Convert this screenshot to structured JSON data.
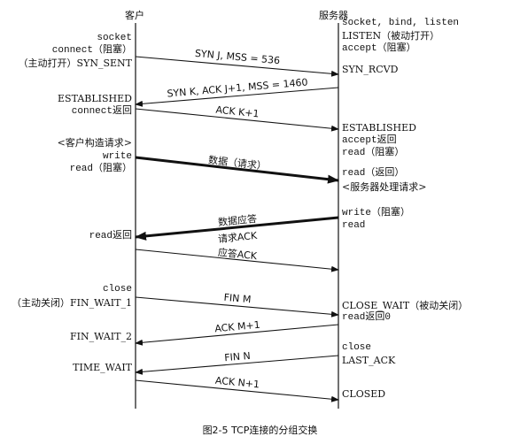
{
  "headers": {
    "client": "客户",
    "server": "服务器"
  },
  "client_labels": [
    {
      "text": "socket",
      "mono": true
    },
    {
      "text": "connect（阻塞）",
      "mono": true
    },
    {
      "text": "（主动打开）SYN_SENT",
      "mono": false
    },
    {
      "text": "ESTABLISHED",
      "mono": false
    },
    {
      "text": "connect返回",
      "mono": true
    },
    {
      "text": "<客户构造请求>",
      "mono": false
    },
    {
      "text": "write",
      "mono": true
    },
    {
      "text": "read（阻塞）",
      "mono": true
    },
    {
      "text": "read返回",
      "mono": true
    },
    {
      "text": "close",
      "mono": true
    },
    {
      "text": "（主动关闭）FIN_WAIT_1",
      "mono": false
    },
    {
      "text": "FIN_WAIT_2",
      "mono": false
    },
    {
      "text": "TIME_WAIT",
      "mono": false
    }
  ],
  "server_labels": [
    {
      "text": "socket, bind, listen",
      "mono": true
    },
    {
      "text": "LISTEN（被动打开）",
      "mono": false
    },
    {
      "text": "accept（阻塞）",
      "mono": true
    },
    {
      "text": "SYN_RCVD",
      "mono": false
    },
    {
      "text": "ESTABLISHED",
      "mono": false
    },
    {
      "text": "accept返回",
      "mono": true
    },
    {
      "text": "read（阻塞）",
      "mono": true
    },
    {
      "text": "read（返回）",
      "mono": true
    },
    {
      "text": "<服务器处理请求>",
      "mono": false
    },
    {
      "text": "write（阻塞）",
      "mono": true
    },
    {
      "text": "read",
      "mono": true
    },
    {
      "text": "CLOSE_WAIT（被动关闭）",
      "mono": false
    },
    {
      "text": "read返回0",
      "mono": true
    },
    {
      "text": "close",
      "mono": true
    },
    {
      "text": "LAST_ACK",
      "mono": false
    },
    {
      "text": "CLOSED",
      "mono": false
    }
  ],
  "messages": [
    {
      "text": "SYN J, MSS = 536",
      "direction": "to-server",
      "bold": false
    },
    {
      "text": "SYN K, ACK J+1, MSS = 1460",
      "direction": "to-client",
      "bold": false
    },
    {
      "text": "ACK K+1",
      "direction": "to-server",
      "bold": false
    },
    {
      "text": "数据（请求）",
      "direction": "to-server",
      "bold": true
    },
    {
      "text": "数据应答",
      "direction": "to-client",
      "bold": true
    },
    {
      "text": "请求ACK",
      "direction": "to-client",
      "bold": false
    },
    {
      "text": "应答ACK",
      "direction": "to-server",
      "bold": false
    },
    {
      "text": "FIN M",
      "direction": "to-server",
      "bold": false
    },
    {
      "text": "ACK M+1",
      "direction": "to-client",
      "bold": false
    },
    {
      "text": "FIN N",
      "direction": "to-client",
      "bold": false
    },
    {
      "text": "ACK N+1",
      "direction": "to-server",
      "bold": false
    }
  ],
  "caption": "图2-5    TCP连接的分组交换"
}
